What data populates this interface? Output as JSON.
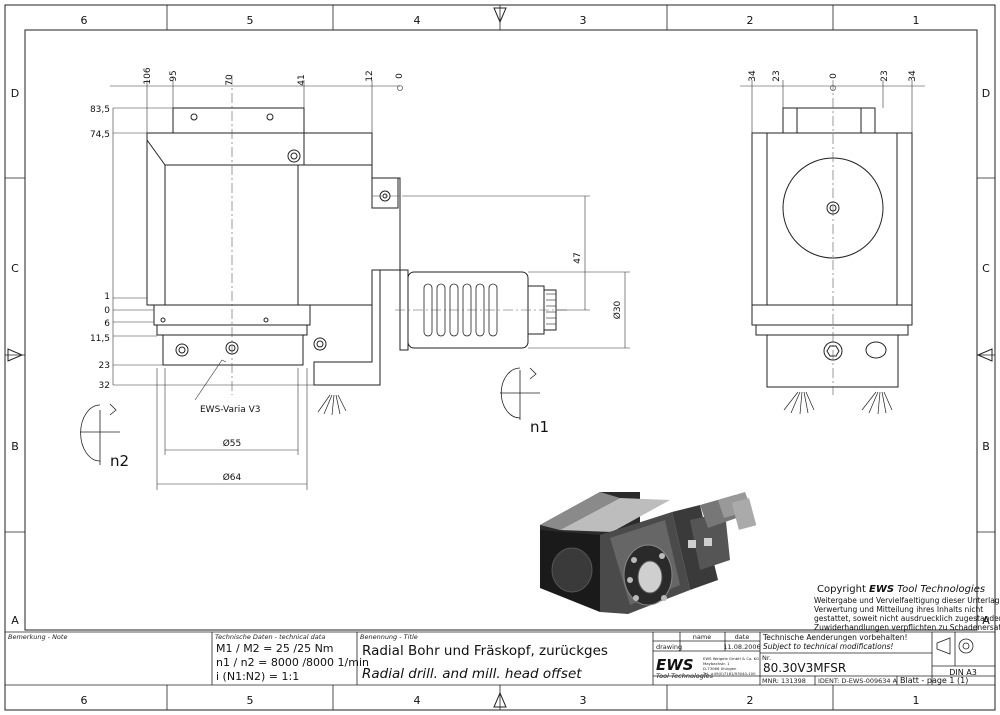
{
  "frame": {
    "columns": [
      "6",
      "5",
      "4",
      "3",
      "2",
      "1"
    ],
    "rows": [
      "D",
      "C",
      "B",
      "A"
    ]
  },
  "side_view": {
    "top_dims": [
      "106",
      "95",
      "70",
      "41",
      "12",
      "0"
    ],
    "left_dims": [
      "83,5",
      "74,5",
      "1",
      "0",
      "6",
      "11,5",
      "23",
      "32"
    ],
    "dim_47": "47",
    "dim_d30": "Ø30",
    "dim_d55": "Ø55",
    "dim_d64": "Ø64",
    "varia_label": "EWS-Varia V3",
    "n1": "n1",
    "n2": "n2"
  },
  "front_view": {
    "top_dims": [
      "34",
      "23",
      "0",
      "23",
      "34"
    ]
  },
  "copyright": {
    "line1_prefix": "Copyright ",
    "line1_brand": "EWS",
    "line1_suffix": " Tool Technologies",
    "lines": [
      "Weitergabe und Vervielfaeltigung dieser Unterlage,",
      "Verwertung und Mitteilung ihres Inhalts nicht",
      "gestattet, soweit nicht ausdruecklich zugestanden.",
      "Zuwiderhandlungen verpflichten zu Schadenersatz."
    ]
  },
  "title_block": {
    "remark_label": "Bemerkung - Note",
    "tech_label": "Technische Daten - technical data",
    "tech_lines": [
      "M1 / M2 = 25 /25 Nm",
      "n1 / n2 = 8000 /8000  1/min",
      "i  (N1:N2)  = 1:1"
    ],
    "title_label": "Benennung - Title",
    "title_de": "Radial Bohr und Fräskopf, zurückges",
    "title_en": "Radial drill. and mill. head offset",
    "col_name": "name",
    "col_date": "date",
    "row_drawing": "drawing",
    "drawing_date": "11.08.2006",
    "logo": "EWS",
    "logo_sub": "Tool Technologies",
    "company_lines": [
      "EWS Weigele GmbH & Co. KG",
      "Maybachstr. 1",
      "D-73066 Uhingen",
      "Tel. +49(0)7161/93040-100"
    ],
    "changes_de": "Technische Aenderungen vorbehalten!",
    "changes_en": "Subject to technical modifications!",
    "nr_label": "Nr.",
    "part_no": "80.30V3MFSR",
    "mnr": "MNR: 131398",
    "ident": "IDENT: D-EWS-009634  A",
    "sheet": "Blatt - page  1 (1)",
    "format": "DIN A3"
  }
}
